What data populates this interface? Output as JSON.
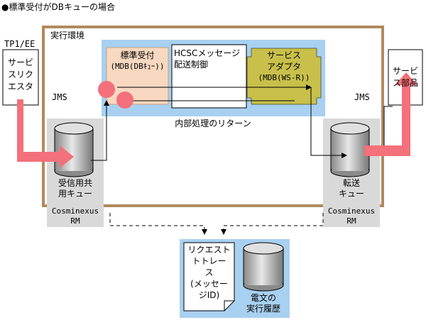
{
  "title": "●標準受付がDBキューの場合",
  "tp1ee_label": "TP1/EE",
  "requester": {
    "lines": [
      "サービ",
      "スリク",
      "エスタ"
    ]
  },
  "service_component": {
    "lines": [
      "サービ",
      "ス部品"
    ]
  },
  "execution_env_label": "実行環境",
  "standard_reception": {
    "lines": [
      "標準受付",
      "(MDB(DBｷｭｰ))"
    ]
  },
  "hcsc_control": {
    "lines": [
      "HCSCメッセージ",
      "配送制御"
    ]
  },
  "service_adapter": {
    "lines": [
      "サービス",
      "アダプタ",
      "(MDB(WS-R))"
    ]
  },
  "jms_left": "JMS",
  "jms_right": "JMS",
  "internal_return": "内部処理のリターン",
  "receive_queue": {
    "lines": [
      "受信用共",
      "用キュー"
    ]
  },
  "transfer_queue": {
    "lines": [
      "転送",
      "キュー"
    ]
  },
  "cosminexus_left": {
    "lines": [
      "Cosminexus",
      "RM"
    ]
  },
  "cosminexus_right": {
    "lines": [
      "Cosminexus",
      "RM"
    ]
  },
  "request_trace": {
    "lines": [
      "リクエスト",
      "トトレー",
      "ス",
      "(メッセー",
      "ジID)"
    ]
  },
  "message_history": {
    "lines": [
      "電文の",
      "実行履歴"
    ]
  },
  "colors": {
    "frame_brown": "#b08a5e",
    "light_blue": "#a8d0f0",
    "grey_panel": "#d9d9d9",
    "peach": "#f8d8c0",
    "olive": "#c8c04a",
    "red_arrow": "#f4707a"
  }
}
